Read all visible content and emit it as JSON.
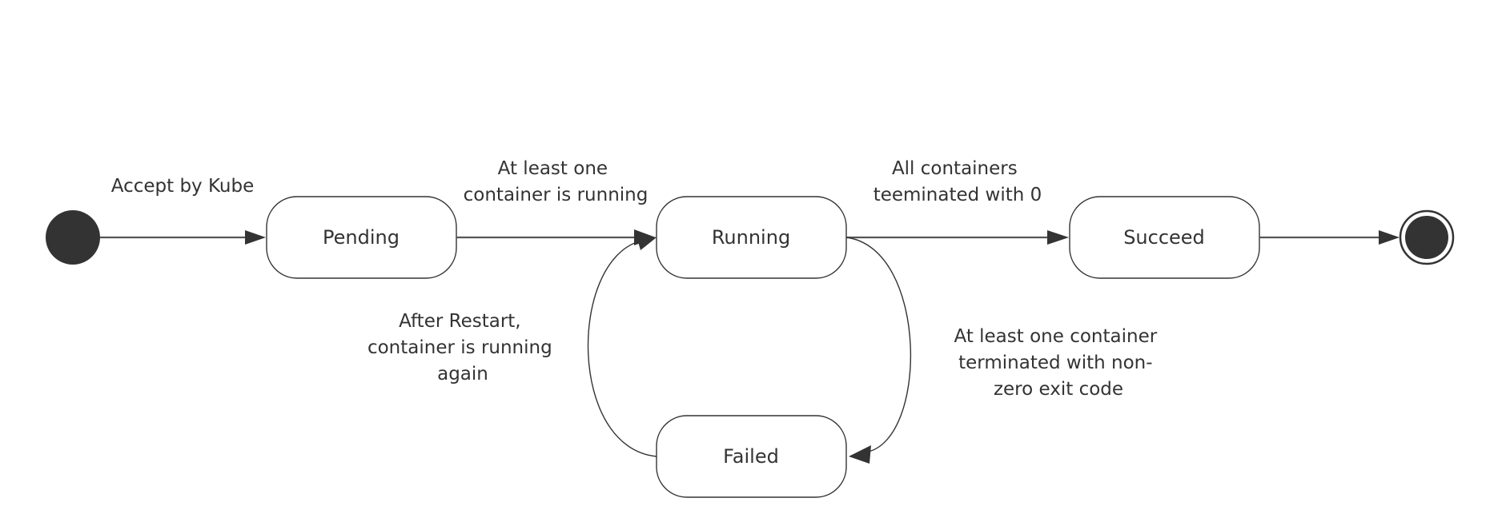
{
  "diagram": {
    "states": {
      "pending": "Pending",
      "running": "Running",
      "succeed": "Succeed",
      "failed": "Failed"
    },
    "transitions": {
      "start_to_pending": [
        "Accept by Kube"
      ],
      "pending_to_running": [
        "At least one",
        "container is running"
      ],
      "running_to_succeed": [
        "All containers",
        "teeminated with 0"
      ],
      "running_to_failed": [
        "At least one container",
        "terminated with non-",
        "zero exit code"
      ],
      "failed_to_running": [
        "After Restart,",
        "container is running",
        "again"
      ]
    }
  }
}
